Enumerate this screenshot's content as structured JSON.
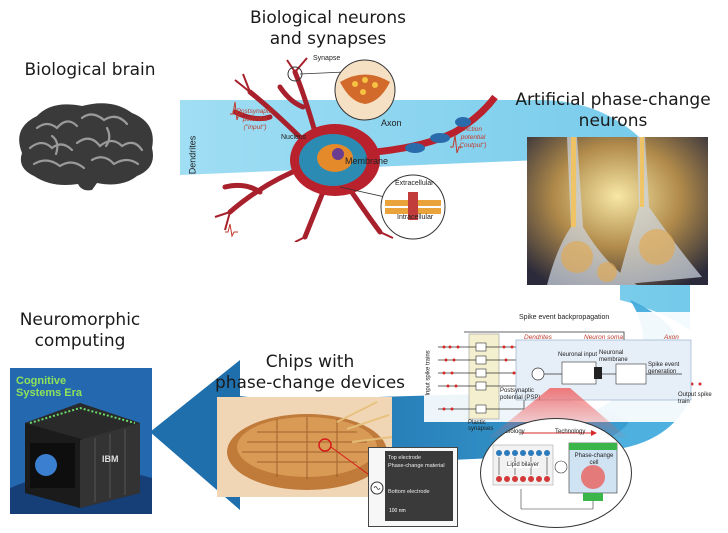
{
  "header": {
    "partial_title": "Biological neurons and synapses (top row)"
  },
  "labels": {
    "bio_brain": "Biological brain",
    "bio_neurons_line1": "Biological neurons",
    "bio_neurons_line2": "and synapses",
    "art_neurons_line1": "Artificial phase-change",
    "art_neurons_line2": "neurons",
    "neuromorphic_line1": "Neuromorphic",
    "neuromorphic_line2": "computing",
    "chips_line1": "Chips with",
    "chips_line2": "phase-change devices"
  },
  "neuron_diagram": {
    "synapse": "Synapse",
    "postsynaptic": "Postsynaptic",
    "potential": "potential",
    "input": "(\"input\")",
    "nucleus": "Nucleus",
    "axon": "Axon",
    "action": "Action",
    "action_potential": "potential",
    "output": "(\"output\")",
    "dendrites": "Dendrites",
    "membrane": "Membrane",
    "extracellular": "Extracellular",
    "intracellular": "Intracellular"
  },
  "supercomputer": {
    "banner_line1": "Cognitive",
    "banner_line2": "Systems Era",
    "brand": "IBM"
  },
  "circuit": {
    "backprop": "Spike event backpropagation",
    "dendrites": "Dendrites",
    "neuron_soma": "Neuron soma",
    "axon": "Axon",
    "input_spike_trains": "Input spike trains",
    "plastic_synapses": "Plastic synapses",
    "postsynaptic_potential": "Postsynaptic potential (PSP)",
    "neuronal_input": "Neuronal input",
    "neuronal_membrane": "Neuronal membrane",
    "spike_event_generation": "Spike event generation",
    "output_spike_train": "Output spike train"
  },
  "bio_tech": {
    "biology": "Biology",
    "technology": "Technology",
    "lipid_bilayer": "Lipid bilayer",
    "phase_change_line1": "Phase-change",
    "phase_change_line2": "cell",
    "top_electrode": "Top electrode",
    "phase_change_material": "Phase-change material",
    "bottom_electrode": "Bottom electrode",
    "scale": "100 nm"
  },
  "colors": {
    "flow_blue": "#7cd0ec",
    "flow_blue_dark": "#2f8fc4",
    "neuron_red": "#b0202a",
    "chip_gold": "#c9803a"
  }
}
